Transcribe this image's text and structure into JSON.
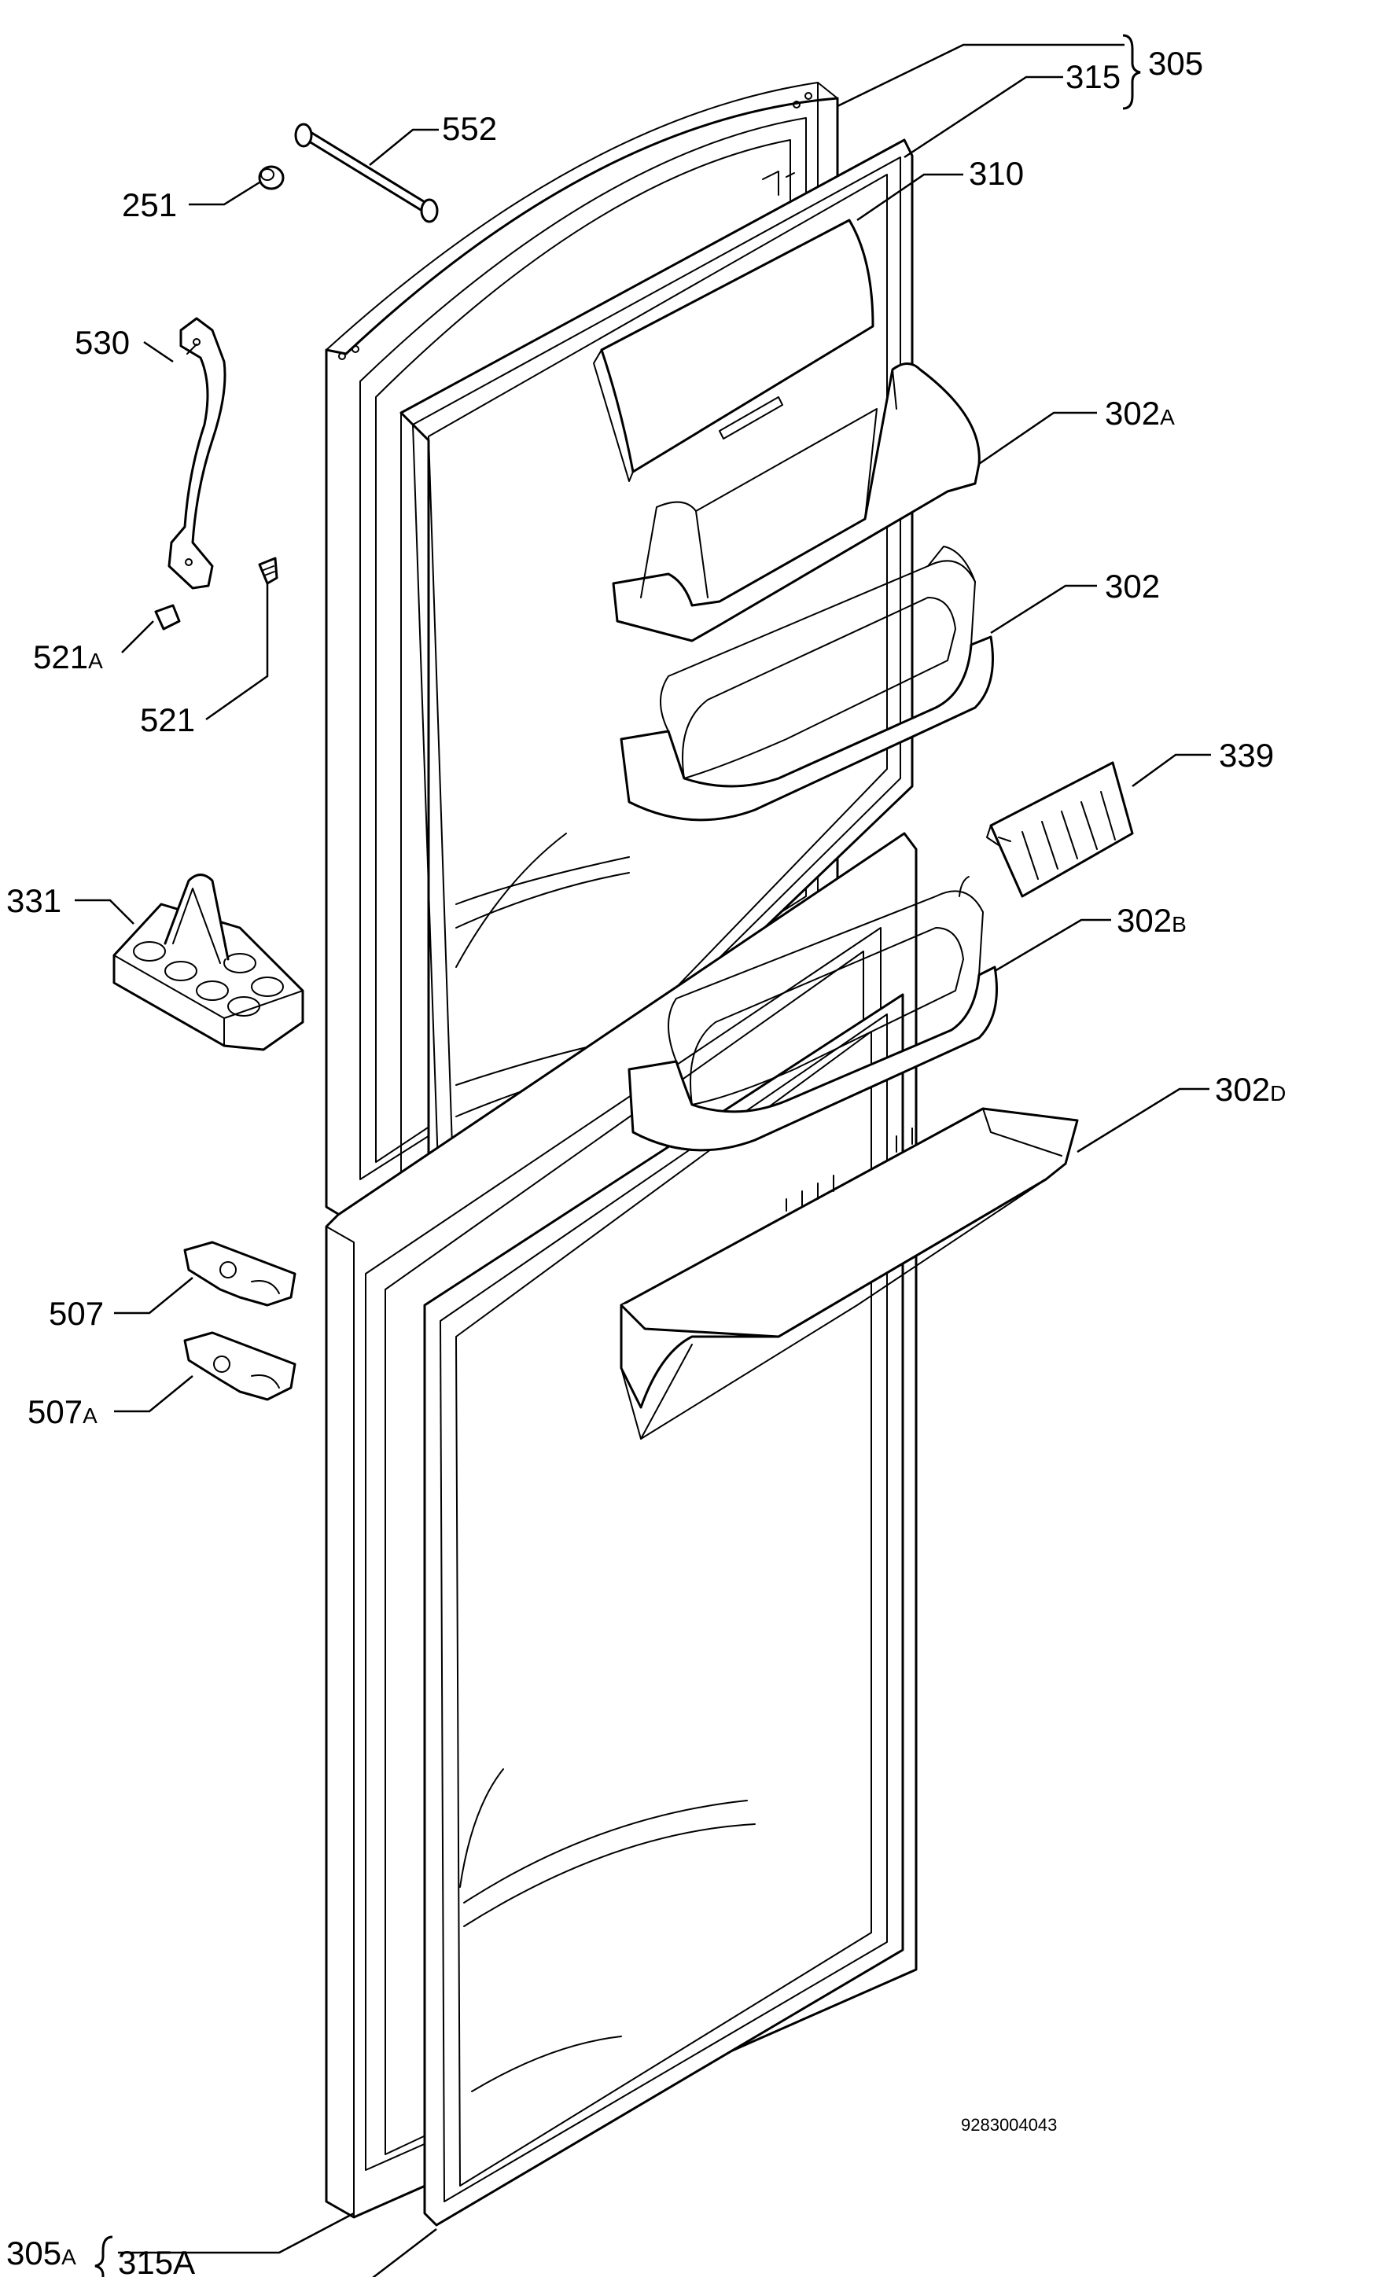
{
  "labels": {
    "l305": "305",
    "l315": "315",
    "l552": "552",
    "l310": "310",
    "l251": "251",
    "l530": "530",
    "l302A": "302",
    "l302A_suffix": "A",
    "l302": "302",
    "l521A": "521",
    "l521A_suffix": "A",
    "l521": "521",
    "l339": "339",
    "l331": "331",
    "l302B": "302",
    "l302B_suffix": "B",
    "l302D": "302",
    "l302D_suffix": "D",
    "l507": "507",
    "l507A": "507",
    "l507A_suffix": "A",
    "l305A": "305",
    "l305A_suffix": "A",
    "l315A": "315A",
    "reference": "9283004043"
  }
}
